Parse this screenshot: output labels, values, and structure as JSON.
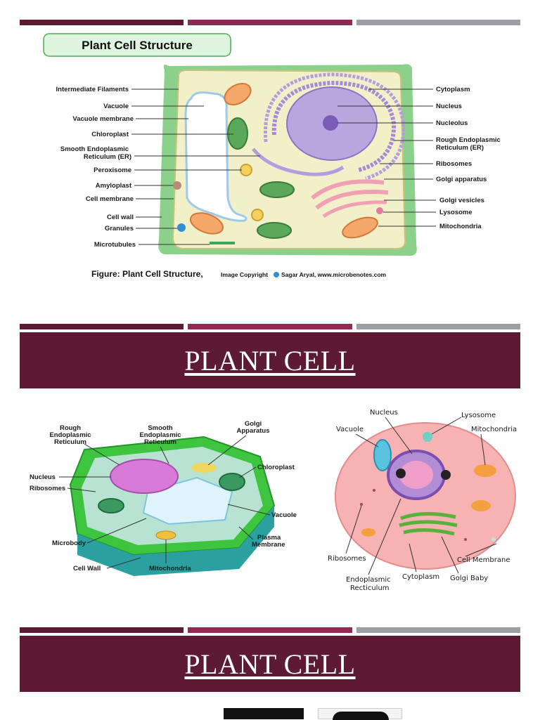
{
  "colors": {
    "stripe_dark": "#5c1a33",
    "stripe_mid": "#8b2d55",
    "stripe_gray": "#9aa0a6",
    "banner_bg": "#5c1a33"
  },
  "slide1": {
    "title": "Plant Cell Structure",
    "labels_left": [
      "Intermediate Filaments",
      "Vacuole",
      "Vacuole membrane",
      "Chloroplast",
      "Smooth Endoplasmic",
      "Reticulum (ER)",
      "Peroxisome",
      "Amyloplast",
      "Cell membrane",
      "Cell wall",
      "Granules",
      "Microtubules"
    ],
    "labels_right": [
      "Cytoplasm",
      "Nucleus",
      "Nucleolus",
      "Rough Endoplasmic",
      "Reticulum (ER)",
      "Ribosomes",
      "Golgi apparatus",
      "Golgi vesicles",
      "Lysosome",
      "Mitochondria"
    ],
    "caption_main": "Figure: Plant Cell Structure,",
    "caption_copy": "Image Copyright",
    "caption_credit": "Sagar Aryal, www.microbenotes.com"
  },
  "slide2": {
    "banner_title": "PLANT CELL",
    "left_labels": [
      "Rough",
      "Endoplasmic",
      "Reticulum",
      "Smooth",
      "Endoplasmic",
      "Reticulum",
      "Golgi",
      "Apparatus",
      "Chloroplast",
      "Nucleus",
      "Ribosomes",
      "Vacuole",
      "Plasma",
      "Membrane",
      "Microbody",
      "Cell Wall",
      "Mitochondria"
    ],
    "right_labels": [
      "Nucleus",
      "Lysosome",
      "Vacuole",
      "Mitochondria",
      "Ribosomes",
      "Cell Membrane",
      "Endoplasmic",
      "Recticulum",
      "Cytoplasm",
      "Golgi Baby"
    ]
  },
  "slide3": {
    "banner_title": "PLANT CELL"
  }
}
